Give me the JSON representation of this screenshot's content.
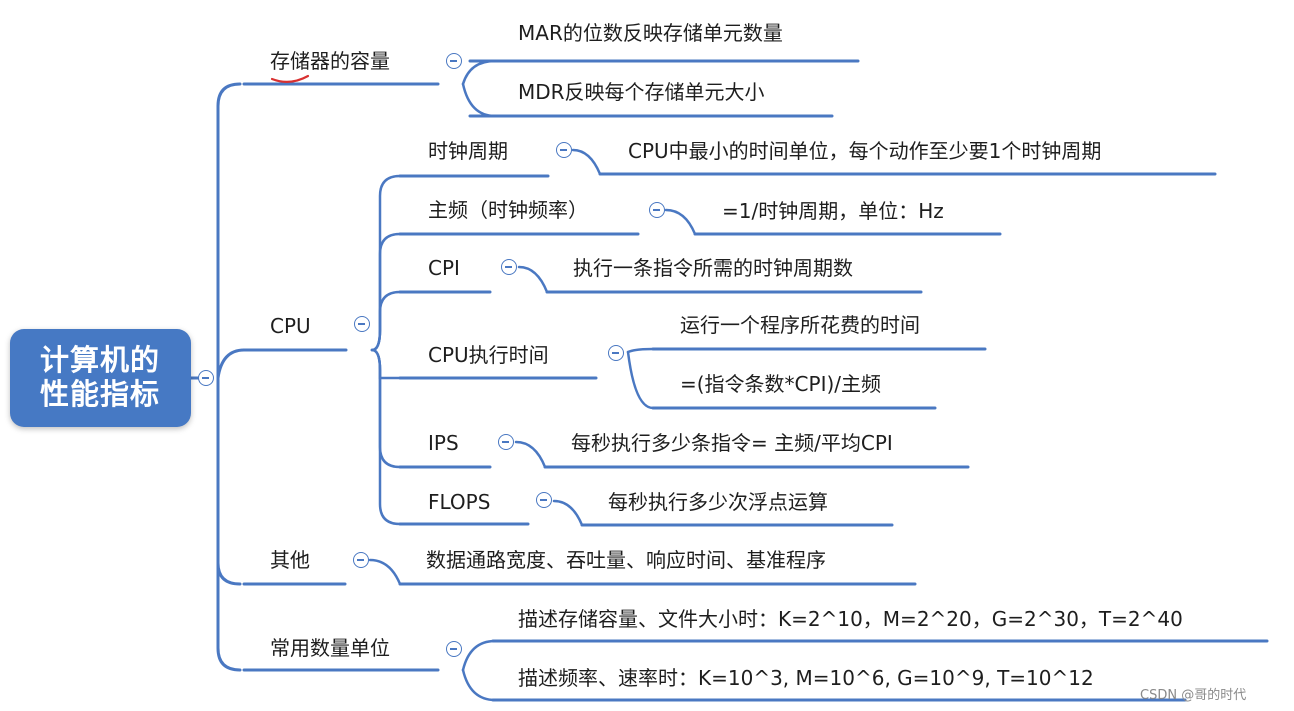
{
  "mindmap": {
    "root": {
      "line1": "计算机的",
      "line2": "性能指标"
    },
    "storage": {
      "label": "存储器的容量",
      "mar": "MAR的位数反映存储单元数量",
      "mdr": "MDR反映每个存储单元大小"
    },
    "cpu": {
      "label": "CPU",
      "clock_period": {
        "label": "时钟周期",
        "desc": "CPU中最小的时间单位，每个动作至少要1个时钟周期"
      },
      "main_freq": {
        "label": "主频（时钟频率）",
        "desc": "=1/时钟周期，单位：Hz"
      },
      "cpi": {
        "label": "CPI",
        "desc": "执行一条指令所需的时钟周期数"
      },
      "exec_time": {
        "label": "CPU执行时间",
        "desc1": "运行一个程序所花费的时间",
        "desc2": "=(指令条数*CPI)/主频"
      },
      "ips": {
        "label": "IPS",
        "desc": "每秒执行多少条指令= 主频/平均CPI"
      },
      "flops": {
        "label": "FLOPS",
        "desc": "每秒执行多少次浮点运算"
      }
    },
    "other": {
      "label": "其他",
      "desc": "数据通路宽度、吞吐量、响应时间、基准程序"
    },
    "units": {
      "label": "常用数量单位",
      "storage_units": "描述存储容量、文件大小时：K=2^10，M=2^20，G=2^30，T=2^40",
      "freq_units": "描述频率、速率时：K=10^3, M=10^6, G=10^9, T=10^12"
    }
  },
  "watermark": "CSDN @哥的时代",
  "colors": {
    "accent": "#4679c4",
    "line": "#4a78c2",
    "annotation": "#d93030"
  }
}
